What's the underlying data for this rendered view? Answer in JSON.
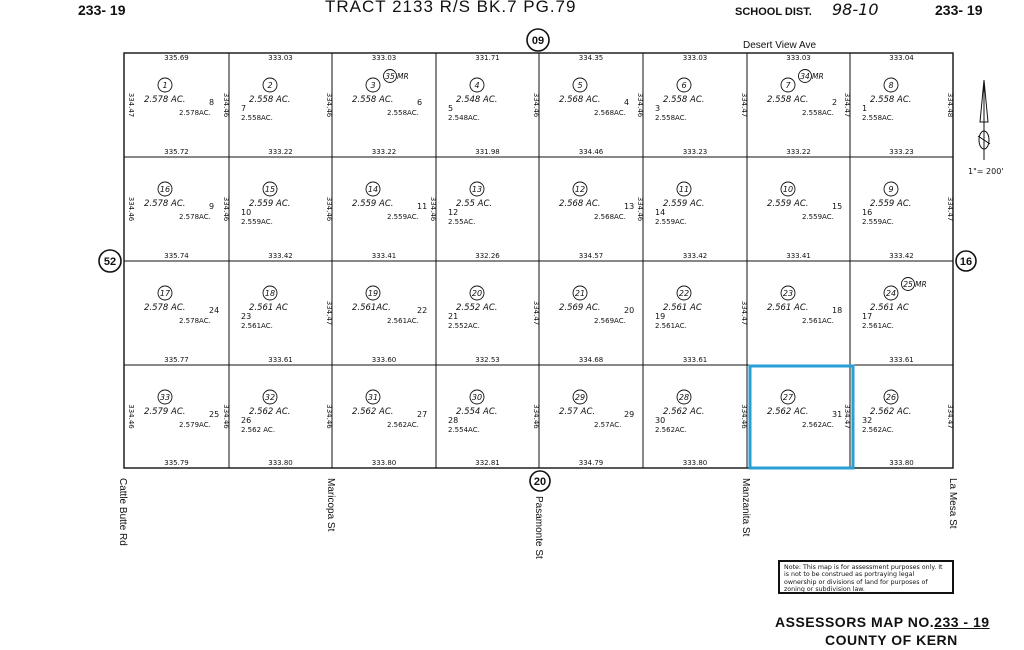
{
  "header": {
    "corner_left": "233- 19",
    "corner_right": "233- 19",
    "title": "TRACT 2133 R/S  BK.7 PG.79",
    "school_dist_label": "SCHOOL DIST.",
    "school_dist_value": "98-10"
  },
  "streets": {
    "top": "Desert View Ave",
    "bottom": [
      "Cattle Butte Rd",
      "Maricopa St",
      "Pasamonte St",
      "Manzanita St",
      "La Mesa St"
    ]
  },
  "adjoining_maps": {
    "top": "09",
    "bottom": "20",
    "left": "52",
    "right": "16"
  },
  "scale": "1\"= 200'",
  "highlight_color": "#2a9fd6",
  "highlighted_parcel": "31",
  "top_dims": [
    "335.69",
    "333.03",
    "333.03",
    "331.71",
    "334.35",
    "333.03",
    "333.03",
    "333.04"
  ],
  "row_dims": [
    [
      "335.72",
      "333.22",
      "333.22",
      "331.98",
      "334.46",
      "333.23",
      "333.22",
      "333.23"
    ],
    [
      "335.74",
      "333.42",
      "333.41",
      "332.26",
      "334.57",
      "333.42",
      "333.41",
      "333.42"
    ],
    [
      "335.77",
      "333.61",
      "333.60",
      "332.53",
      "334.68",
      "333.61",
      "",
      "333.61"
    ],
    [
      "335.79",
      "333.80",
      "333.80",
      "332.81",
      "334.79",
      "333.80",
      "",
      "333.80"
    ]
  ],
  "side_dims": {
    "row0": [
      "334.47",
      "334.46",
      "334.46",
      "",
      "334.46",
      "334.46",
      "334.47",
      "334.47",
      "334.48"
    ],
    "row1": [
      "334.46",
      "334.46",
      "334.46",
      "334.46",
      "",
      "334.46",
      "",
      "",
      "334.47"
    ],
    "row3": [
      "334.46",
      "334.46",
      "334.46",
      "",
      "334.46",
      "",
      "334.46",
      "334.47",
      "334.47"
    ],
    "row2_mid": [
      "334.47",
      "334.47",
      "334.47"
    ]
  },
  "parcels": [
    [
      {
        "circle": "1",
        "acre_circle": "2.578 AC.",
        "lot": "8",
        "acre": "2.578AC."
      },
      {
        "circle": "2",
        "acre_circle": "2.558 AC.",
        "lot": "7",
        "acre": "2.558AC."
      },
      {
        "circle": "3",
        "acre_circle": "2.558 AC.",
        "lot": "6",
        "acre": "2.558AC.",
        "extra": "35",
        "extra_suffix": "MR"
      },
      {
        "circle": "4",
        "acre_circle": "2.548 AC.",
        "lot": "5",
        "acre": "2.548AC."
      },
      {
        "circle": "5",
        "acre_circle": "2.568 AC.",
        "lot": "4",
        "acre": "2.568AC."
      },
      {
        "circle": "6",
        "acre_circle": "2.558 AC.",
        "lot": "3",
        "acre": "2.558AC."
      },
      {
        "circle": "7",
        "acre_circle": "2.558 AC.",
        "lot": "2",
        "acre": "2.558AC.",
        "extra": "34",
        "extra_suffix": "MR"
      },
      {
        "circle": "8",
        "acre_circle": "2.558 AC.",
        "lot": "1",
        "acre": "2.558AC."
      }
    ],
    [
      {
        "circle": "16",
        "acre_circle": "2.578 AC.",
        "lot": "9",
        "acre": "2.578AC."
      },
      {
        "circle": "15",
        "acre_circle": "2.559 AC.",
        "lot": "10",
        "acre": "2.559AC."
      },
      {
        "circle": "14",
        "acre_circle": "2.559 AC.",
        "lot": "11",
        "acre": "2.559AC."
      },
      {
        "circle": "13",
        "acre_circle": "2.55 AC.",
        "lot": "12",
        "acre": "2.55AC."
      },
      {
        "circle": "12",
        "acre_circle": "2.568 AC.",
        "lot": "13",
        "acre": "2.568AC."
      },
      {
        "circle": "11",
        "acre_circle": "2.559 AC.",
        "lot": "14",
        "acre": "2.559AC."
      },
      {
        "circle": "10",
        "acre_circle": "2.559 AC.",
        "lot": "15",
        "acre": "2.559AC."
      },
      {
        "circle": "9",
        "acre_circle": "2.559 AC.",
        "lot": "16",
        "acre": "2.559AC."
      }
    ],
    [
      {
        "circle": "17",
        "acre_circle": "2.578 AC.",
        "lot": "24",
        "acre": "2.578AC."
      },
      {
        "circle": "18",
        "acre_circle": "2.561 AC",
        "lot": "23",
        "acre": "2.561AC."
      },
      {
        "circle": "19",
        "acre_circle": "2.561AC.",
        "lot": "22",
        "acre": "2.561AC."
      },
      {
        "circle": "20",
        "acre_circle": "2.552 AC.",
        "lot": "21",
        "acre": "2.552AC."
      },
      {
        "circle": "21",
        "acre_circle": "2.569 AC.",
        "lot": "20",
        "acre": "2.569AC."
      },
      {
        "circle": "22",
        "acre_circle": "2.561 AC",
        "lot": "19",
        "acre": "2.561AC."
      },
      {
        "circle": "23",
        "acre_circle": "2.561 AC.",
        "lot": "18",
        "acre": "2.561AC."
      },
      {
        "circle": "24",
        "acre_circle": "2.561 AC",
        "lot": "17",
        "acre": "2.561AC.",
        "extra": "25",
        "extra_suffix": "MR"
      }
    ],
    [
      {
        "circle": "33",
        "acre_circle": "2.579 AC.",
        "lot": "25",
        "acre": "2.579AC."
      },
      {
        "circle": "32",
        "acre_circle": "2.562 AC.",
        "lot": "26",
        "acre": "2.562 AC."
      },
      {
        "circle": "31",
        "acre_circle": "2.562 AC.",
        "lot": "27",
        "acre": "2.562AC."
      },
      {
        "circle": "30",
        "acre_circle": "2.554 AC.",
        "lot": "28",
        "acre": "2.554AC."
      },
      {
        "circle": "29",
        "acre_circle": "2.57 AC.",
        "lot": "29",
        "acre": "2.57AC."
      },
      {
        "circle": "28",
        "acre_circle": "2.562 AC.",
        "lot": "30",
        "acre": "2.562AC."
      },
      {
        "circle": "27",
        "acre_circle": "2.562 AC.",
        "lot": "31",
        "acre": "2.562AC."
      },
      {
        "circle": "26",
        "acre_circle": "2.562 AC.",
        "lot": "32",
        "acre": "2.562AC."
      }
    ]
  ],
  "note": "Note: This map is for assessment purposes only. It is not to be construed as portraying legal ownership or divisions of land for purposes of zoning or subdivision law.",
  "footer": {
    "map_no_label": "ASSESSORS MAP NO.",
    "map_no_value": "233 - 19",
    "county": "COUNTY OF KERN"
  }
}
